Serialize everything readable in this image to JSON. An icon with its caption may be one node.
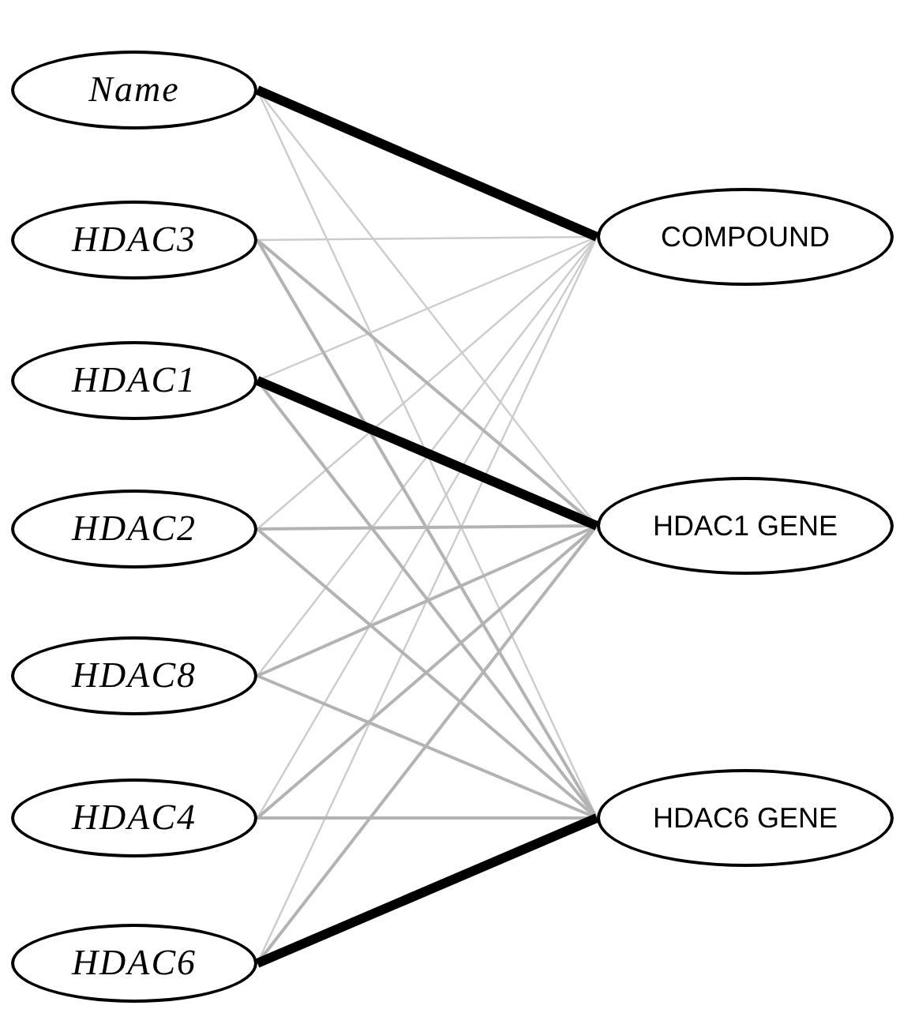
{
  "diagram": {
    "nodes": [
      {
        "text": [
          "Name"
        ]
      },
      {
        "text": [
          "HDAC3"
        ]
      },
      {
        "text": [
          "HDAC1"
        ]
      },
      {
        "text": [
          "HDAC2"
        ]
      },
      {
        "text": [
          "HDAC8"
        ]
      },
      {
        "text": [
          "HDAC4"
        ]
      },
      {
        "text": [
          "HDAC6"
        ]
      },
      {
        "text": [
          "COMPOUND"
        ]
      },
      {
        "text": [
          "HDAC1 GENE"
        ]
      },
      {
        "text": [
          "HDAC6 GENE"
        ]
      }
    ],
    "edges": [
      {
        "from": 0,
        "to": 7,
        "arrow": "none",
        "style": "thick",
        "color": "#000000"
      },
      {
        "from": 0,
        "to": 8,
        "arrow": "none",
        "color": "#cccccc"
      },
      {
        "from": 0,
        "to": 9,
        "arrow": "none",
        "color": "#cccccc"
      },
      {
        "from": 1,
        "to": 7,
        "arrow": "none",
        "color": "#cccccc"
      },
      {
        "from": 1,
        "to": 8,
        "arrow": "none"
      },
      {
        "from": 1,
        "to": 9,
        "arrow": "none"
      },
      {
        "from": 2,
        "to": 7,
        "arrow": "none",
        "color": "#cccccc"
      },
      {
        "from": 2,
        "to": 8,
        "arrow": "none",
        "style": "thick",
        "color": "#000000"
      },
      {
        "from": 2,
        "to": 9,
        "arrow": "none"
      },
      {
        "from": 3,
        "to": 7,
        "arrow": "none",
        "color": "#cccccc"
      },
      {
        "from": 3,
        "to": 8,
        "arrow": "none"
      },
      {
        "from": 3,
        "to": 9,
        "arrow": "none"
      },
      {
        "from": 4,
        "to": 7,
        "arrow": "none",
        "color": "#cccccc"
      },
      {
        "from": 4,
        "to": 8,
        "arrow": "none"
      },
      {
        "from": 4,
        "to": 9,
        "arrow": "none"
      },
      {
        "from": 5,
        "to": 7,
        "arrow": "none",
        "color": "#cccccc"
      },
      {
        "from": 5,
        "to": 8,
        "arrow": "none"
      },
      {
        "from": 5,
        "to": 9,
        "arrow": "none"
      },
      {
        "from": 6,
        "to": 7,
        "arrow": "none",
        "color": "#cccccc"
      },
      {
        "from": 6,
        "to": 8,
        "arrow": "none"
      },
      {
        "from": 6,
        "to": 9,
        "arrow": "none",
        "style": "thick",
        "color": "#000000"
      }
    ]
  }
}
